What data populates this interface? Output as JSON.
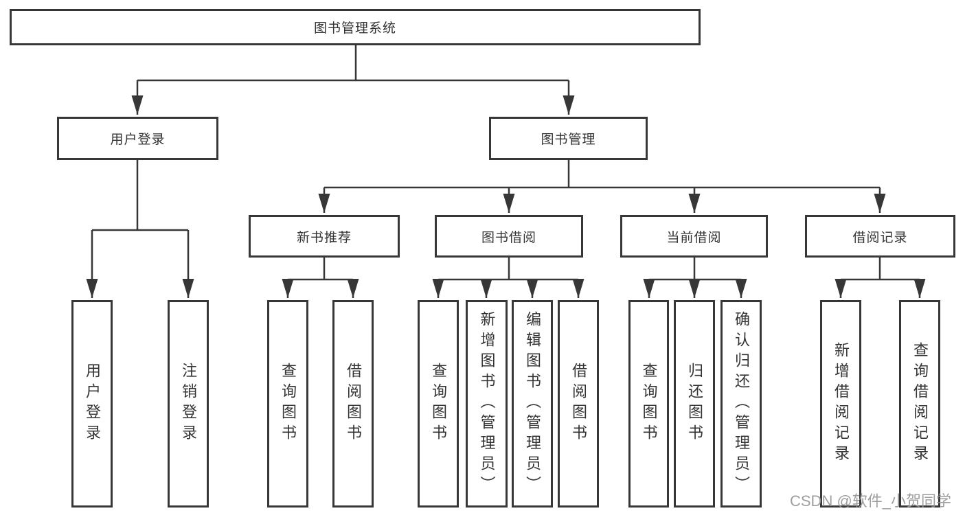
{
  "diagram": {
    "title": "图书管理系统",
    "root": "图书管理系统",
    "level2": [
      "用户登录",
      "图书管理"
    ],
    "level3": [
      "新书推荐",
      "图书借阅",
      "当前借阅",
      "借阅记录"
    ],
    "leaves": [
      "用户登录",
      "注销登录",
      "查询图书",
      "借阅图书",
      "查询图书",
      "新增图书（管理员）",
      "编辑图书（管理员）",
      "借阅图书",
      "查询图书",
      "归还图书",
      "确认归还（管理员）",
      "新增借阅记录",
      "查询借阅记录"
    ],
    "hierarchy": {
      "图书管理系统": [
        "用户登录",
        "图书管理"
      ],
      "用户登录": [
        "用户登录",
        "注销登录"
      ],
      "图书管理": [
        "新书推荐",
        "图书借阅",
        "当前借阅",
        "借阅记录"
      ],
      "新书推荐": [
        "查询图书",
        "借阅图书"
      ],
      "图书借阅": [
        "查询图书",
        "新增图书（管理员）",
        "编辑图书（管理员）",
        "借阅图书"
      ],
      "当前借阅": [
        "查询图书",
        "归还图书",
        "确认归还（管理员）"
      ],
      "借阅记录": [
        "新增借阅记录",
        "查询借阅记录"
      ]
    }
  },
  "watermark": {
    "text": "CSDN @软件_小贺同学"
  },
  "colors": {
    "line": "#373737",
    "box_border": "#373737",
    "text": "#333333",
    "watermark": "#949494",
    "background": "#ffffff"
  }
}
